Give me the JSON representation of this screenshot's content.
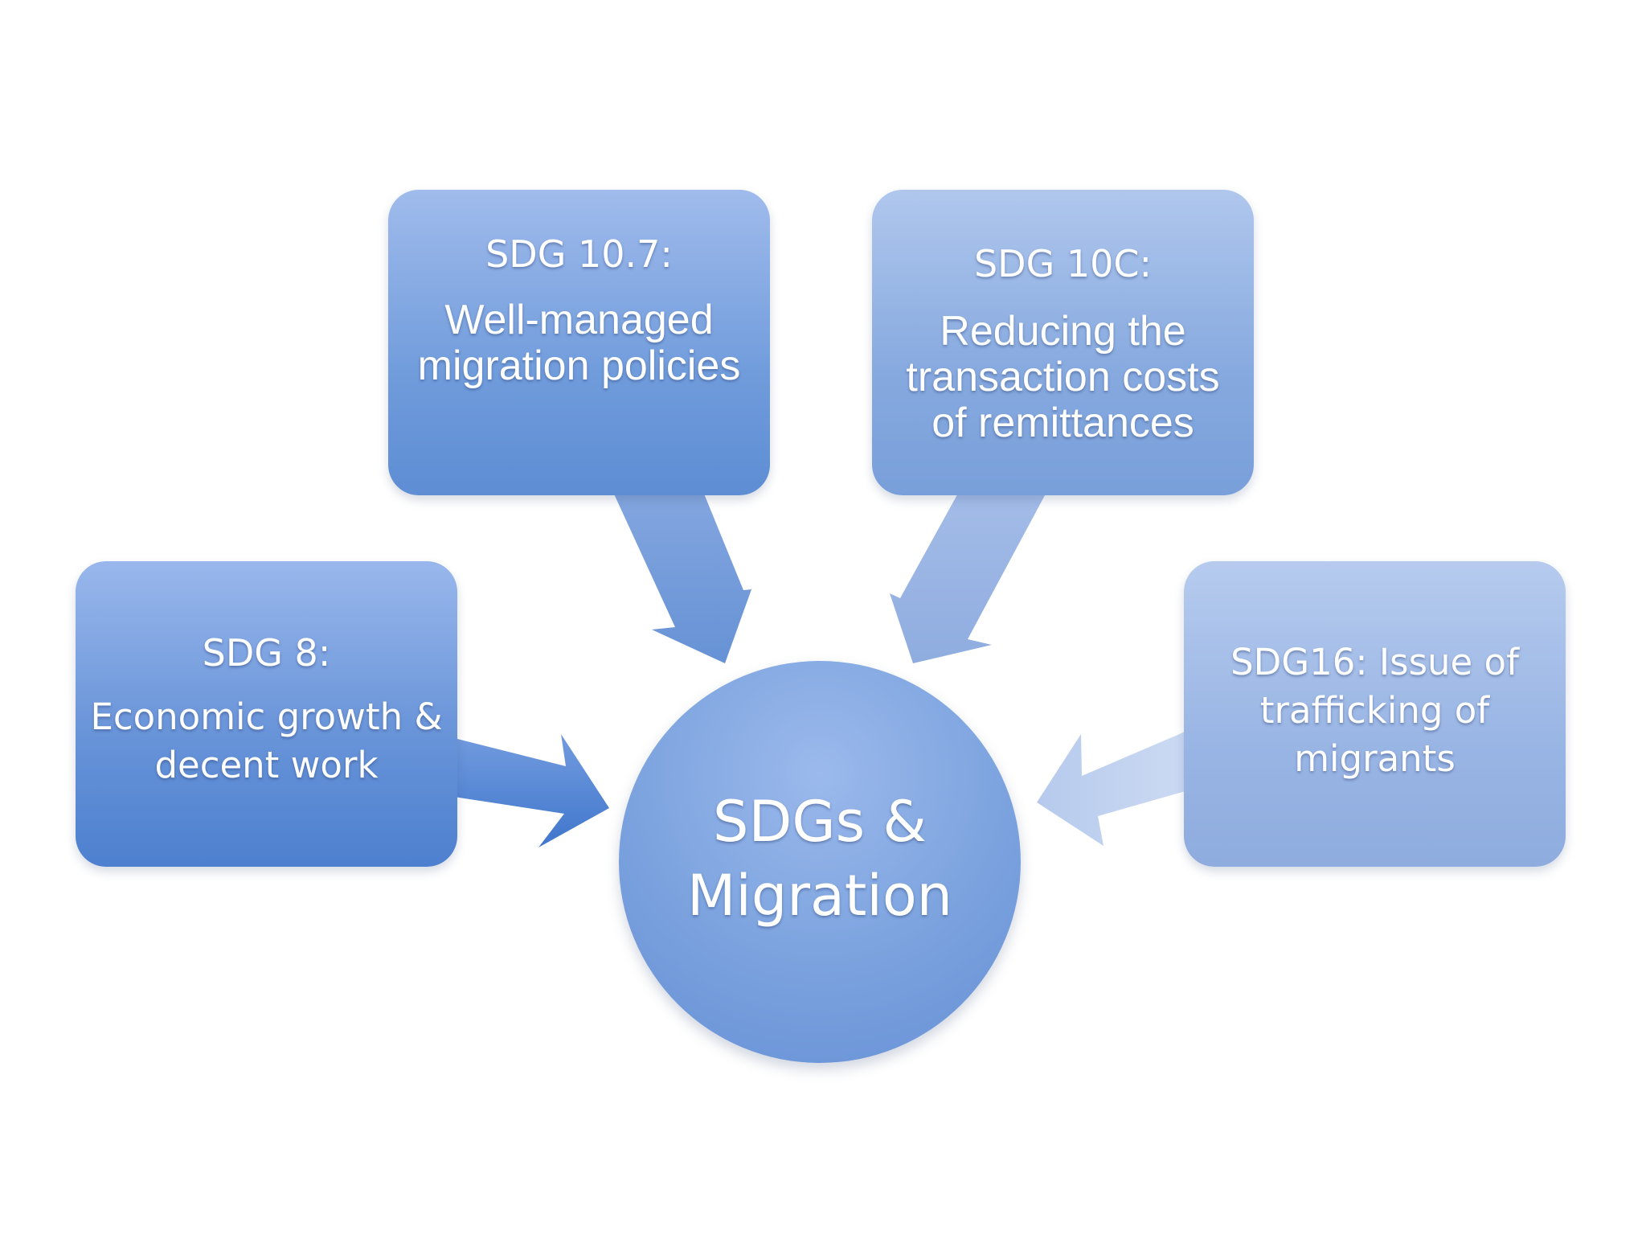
{
  "diagram": {
    "center": {
      "label": "SDGs &\nMigration"
    },
    "boxes": [
      {
        "id": "sdg107",
        "heading": "SDG 10.7:",
        "body": "Well-managed\nmigration policies"
      },
      {
        "id": "sdg10c",
        "heading": "SDG 10C:",
        "body": "Reducing the\ntransaction costs\nof remittances"
      },
      {
        "id": "sdg8",
        "heading": "SDG 8:",
        "body": "Economic growth &\ndecent work"
      },
      {
        "id": "sdg16",
        "heading": "",
        "body": "SDG16: Issue of\ntrafficking of\nmigrants"
      }
    ],
    "colors": {
      "box_fill": "#6f9bdb",
      "arrow_fill": "#5e8dd4",
      "text": "#ffffff",
      "background": "#ffffff"
    }
  }
}
